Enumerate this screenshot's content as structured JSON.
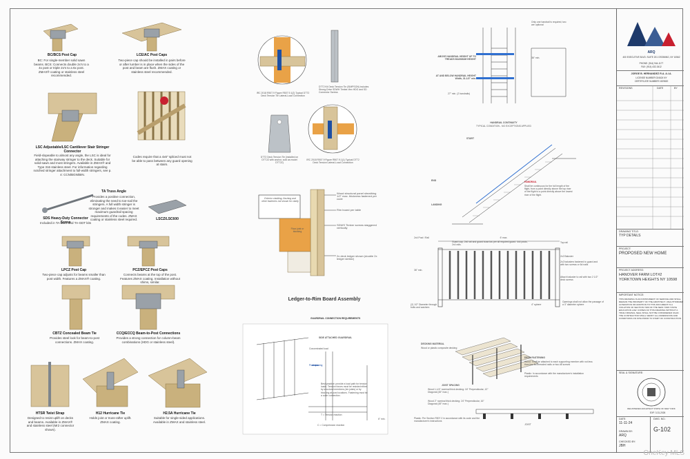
{
  "products": {
    "bc_title": "BC/BCS Post Cap",
    "bc_desc": "BC: For single-member solid sawn beams. BCS: Connects double 2x's to a 4x post or triple 2x's to a 6x post. ZMAX® coating or stainless steel recommended.",
    "lce_title": "LCE/AC Post Caps",
    "lce_desc": "Two-piece cap should be installed in pairs before or after lumber is in place when the sides of the post and beam are flush. ZMAX coating or stainless steel recommended.",
    "lsc_title": "LSC Adjustable/LSC Cantilever Stair Stringer Connector",
    "lsc_desc": "Field-slopeable to almost any angle, the LSC is ideal for attaching the stairway stringer to the deck. Suitable for solid-sawn and most stringers. Available in ZMAX® and Type 316 stainless steel. For information regarding notched stringer attachment to full-width stringers, see p. 4: CCN/BGN/BIN.",
    "code_note": "Codes require that a 4x6\" spliced must not be able to pass between any guard opening at stairs.",
    "sds_title": "SDS Heavy-Duty Connector Screw",
    "sds_desc": "Included in TA-DDO and TA-GDT kits",
    "ta_title": "TA Truss Angle",
    "ta_desc": "Provides a positive connection, eliminating the need to toe-nail the stringers. A full width stringer is stronger and makes it easier to meet maximum guardrail spacing requirements of the codes. ZMAX coating or stainless steel required.",
    "lscz_title": "LSCZ/LSC600",
    "lpcz_title": "LPCZ Post Cap",
    "lpcz_desc": "Two-piece cap adjusts for beams smaller than post width. Features a ZMAX® coating.",
    "pcz_title": "PCZ/EPCZ Post Caps",
    "pcz_desc": "Connects beams at the top of the post. Features ZMAX coating. Installation without shims, similar.",
    "cbtz_title": "CBTZ Concealed Beam Tie",
    "cbtz_desc": "Provides steel look for beam-to-post connections. ZMAX coating.",
    "ccq_title": "CCQ/ECCQ Beam-to-Post Connections",
    "ccq_desc": "Provides a strong connection for column-beam combinations (HDG or stainless steel).",
    "ht_title": "HTSR Twist Strap",
    "ht_desc": "Designed to resist uplift on decks and beams. Available in ZMAX® and stainless steel (Mr2 connector shown).",
    "h12_title": "H12 Hurricane Tie",
    "h12_desc": "Holds joist or truss-rafter uplift. ZMAX coating.",
    "h245_title": "H2.5A Hurricane Tie",
    "h245_desc": "Suitable for single-sided applications. Available in ZMAX and stainless steel."
  },
  "deck_details": {
    "fig1_caption": "IRC 2018 R507.9 Figure R507.9.1(2) Typical DTT2 Deck Tension Tie Lateral-Load Connection",
    "fig2_caption": "DTT2 Kit Deck Tension Tie (SIMPSON) includes Strong-Drive SDWH Timber-Hex HDG and SD Connector Screws",
    "fig3_caption": "DTT2 Deck Tension Tie (installed on DTT2Z with anchor, sold as model DTT2Z)",
    "fig4_caption": "IRC 2018 R507.9 Figure R507.9.1(1) Typical DTT2 Deck Tension Lateral-Load Connection",
    "ledger_title": "Ledger-to-Rim Board Assembly",
    "cladding_note": "Exterior cladding, flashing and other fasteners not shown for clarity",
    "l1": "Wood structural panel sheathing 1/2\" max. thickness fastened per code",
    "l2": "Rim board per table",
    "l3": "SDWS Timber screws staggered vertically",
    "l4": "2x deck ledger shown (double 2x ledger similar)",
    "floor_label": "Floor joist or blocking"
  },
  "stair": {
    "note_top": "Only one handrail is required; two are optional",
    "handrail_height": "ABOVE HANDRAIL HEIGHT UP TO TREADS MAXIMUM HEIGHT",
    "at_below": "AT AND BELOW HANDRAIL HEIGHT Width, 31-1/2\" min.",
    "handrails": "27\" min. (2 handrails)",
    "min36": "36\" min.",
    "cont_title": "HANDRAIL CONTINUITY",
    "cont_sub": "TYPICAL CONDITION - NO EXCEPTIONS APPLIED",
    "start": "START",
    "end": "END",
    "landing": "LANDING",
    "handrail": "HANDRAIL",
    "handrail_note": "Shall be continuous for the full length of the flight, from a point directly above the top riser of the flight to a point directly above the lowest riser of the flight."
  },
  "guard": {
    "dim_top": "6' max.",
    "top_rail": "Top rail",
    "post_label": "2x4 Post / Rail",
    "rail_note": "Guard cap, 2x6 rail and guard board as per all required guard. 4x4 posts, 2x4 rails.",
    "guard_height": "36\" min.",
    "balusters": "2x2 Baluster",
    "baluster_note": "2x2 balusters fastened to guard and with two screws or 6d nails",
    "sphere": "4\" sphere",
    "opening_note": "Openings shall not allow the passage of a 4\" diameter sphere",
    "bottom_note": "Attach baluster to rail with two 2 1/2\" deck screws",
    "ground_note": "(2) 1/2\" Diameter through bolts and washers"
  },
  "guard_conn": {
    "title": "GUARDRAIL CONNECTION REQUIREMENTS",
    "side_title": "SIDE ATTACHED GUARDRAIL",
    "post_label": "Post spacing",
    "load_label": "Concentrated load",
    "note_best": "Best practice: provide a load path for tension loads. Tension forces must be resisted either by structural members (rim joists) or by blocking at post locations. Fastening must be a code connection.",
    "tension": "T = Tension reaction",
    "compression": "C = Compression reaction",
    "gap": "6\" min."
  },
  "decking": {
    "title": "DECKING MATERIAL",
    "sub": "Wood or plastic composite decking",
    "fastening_title": "DECK FASTENING",
    "wood": "Wood: Shall be attached to each supporting member with not less than two 8d threaded nails or two #8 screws",
    "plastic": "Plastic: In accordance with the manufacturer's installation requirements",
    "spacing_title": "JOIST SPACING",
    "w1": "Wood 1-1/4\" nominal thick decking: 16\" Perpendicular, 12\" Diagonal (45° max.)",
    "w2": "Wood 2\" nominal thick decking: 24\" Perpendicular, 16\" Diagonal (45° max.)",
    "plastic_span": "Plastic: Per Section R507.2 in accordance with its code and the manufacturer's instructions",
    "joist": "JOIST",
    "span": "SPAN"
  },
  "title_block": {
    "firm": "JORGE B. HERNANDEZ R.A. A.I.A.",
    "license": "LICENSE NUMBER 024624 NY",
    "cert": "CERTIFICATE NUMBER 1529820",
    "address": "400 EXECUTIVE BLVD. SUITE 201 OSSINING, NY 10562",
    "phone": "PHONE: (914) 944-1177",
    "fax": "FAX: (914) 432-3412",
    "logo_text": "ARQ",
    "revisions": "REVISIONS",
    "date_col": "DATE",
    "by_col": "BY",
    "drawing_title_label": "DRAWING TITLE:",
    "drawing_title": "TYP DETAILS",
    "project_label": "PROJECT:",
    "project": "PROPOSED NEW HOME",
    "project_address_label": "PROJECT ADDRESS:",
    "project_address": "HANOVER FARM LOT#2 YORKTOWN HEIGHTS NY 10598",
    "notes_label": "IMPORTANT NOTICE:",
    "notes": "THIS DRAWING IS AN INSTRUMENT OF SERVICE AND SHALL REMAIN THE PROPERTY OF THE ARCHITECT. UNAUTHORIZED ALTERATION OR ADDITION TO THIS DOCUMENT IS A VIOLATION OF SECTION 7209 OF THE NEW YORK STATE EDUCATION LAW. COPIES OF THIS DRAWING WITHOUT A TRUE ORIGINAL SEAL SHALL NOT BE CONSIDERED VALID. THE CONTRACTOR SHALL VERIFY ALL DIMENSIONS AND CONDITIONS ON SITE PRIOR TO START OF CONSTRUCTION.",
    "seal_label": "SEAL & SIGNATURE:",
    "seal_text": "REGISTERED ARCHITECT STATE OF NEW YORK",
    "exp": "EXP. 3-31-2026",
    "date_label": "DATE:",
    "date": "11-11-24",
    "dwg_label": "DWG. NO.:",
    "dwg": "G-102",
    "drawn_label": "DRAWN BY:",
    "drawn": "ARQ",
    "checked_label": "CHECKED BY:",
    "checked": "JBH"
  },
  "watermark": "OneKey MLS",
  "colors": {
    "wood": "#d8c49a",
    "wood_dark": "#b89e6c",
    "steel": "#9aa1a8",
    "accent_blue": "#2f6fd0",
    "orange": "#e9a247",
    "red": "#c8202f"
  }
}
